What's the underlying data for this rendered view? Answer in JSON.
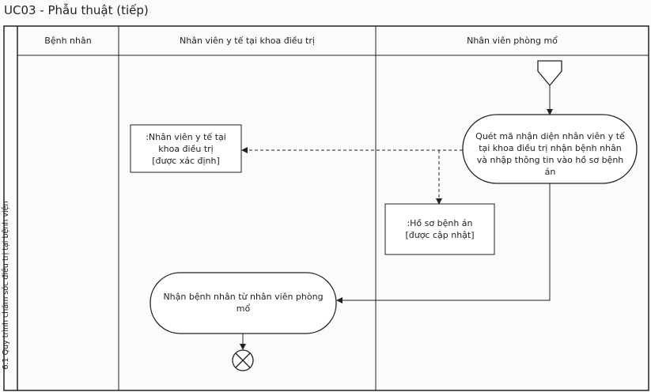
{
  "title": "UC03 - Phẫu thuật (tiếp)",
  "swimlane_label": "6.1 Quy trình chăm sóc điều trị tại bệnh viện",
  "lanes": [
    "Bệnh nhân",
    "Nhân viên y tế tại khoa điều trị",
    "Nhân viên phòng mổ"
  ],
  "actions": {
    "scan": "Quét mã nhận diện nhân viên y tế tại khoa điều trị nhận bệnh nhân và nhập thông tin vào hồ sơ bệnh án",
    "receive": "Nhận bệnh nhân từ nhân viên phòng mổ"
  },
  "objects": {
    "staff_line1": ":Nhân viên y tế tại khoa điều trị",
    "staff_state": "[được xác định]",
    "record_line1": ":Hồ sơ bệnh án",
    "record_state": "[được cập nhật]"
  }
}
